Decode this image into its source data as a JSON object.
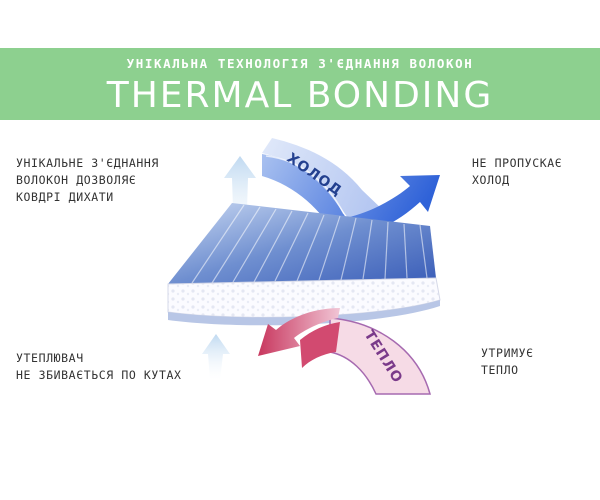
{
  "banner": {
    "subtitle": "УНІКАЛЬНА ТЕХНОЛОГІЯ З'ЄДНАННЯ ВОЛОКОН",
    "title": "THERMAL BONDING",
    "color": "#8dd08f"
  },
  "notes": {
    "top_left": [
      "УНІКАЛЬНЕ З'ЄДНАННЯ",
      "ВОЛОКОН ДОЗВОЛЯЄ",
      "КОВДРІ ДИХАТИ"
    ],
    "top_right": [
      "НЕ ПРОПУСКАЄ",
      "ХОЛОД"
    ],
    "bottom_left": [
      "УТЕПЛЮВАЧ",
      "НЕ ЗБИВАЄТЬСЯ ПО КУТАХ"
    ],
    "bottom_right": [
      "УТРИМУЄ",
      "ТЕПЛО"
    ]
  },
  "arrows": {
    "cold_label": "ХОЛОД",
    "warm_label": "ТЕПЛО",
    "cold_color": "#3f6fd8",
    "warm_color": "#d0456a",
    "warm_outline_color": "#a66ab0",
    "air_color": "#cfe3f4"
  },
  "icons": {
    "fabric": "fabric-layer-icon",
    "cold_arrow": "cold-arrow-icon",
    "warm_arrow": "warm-arrow-icon",
    "air_arrow": "air-arrow-icon"
  }
}
